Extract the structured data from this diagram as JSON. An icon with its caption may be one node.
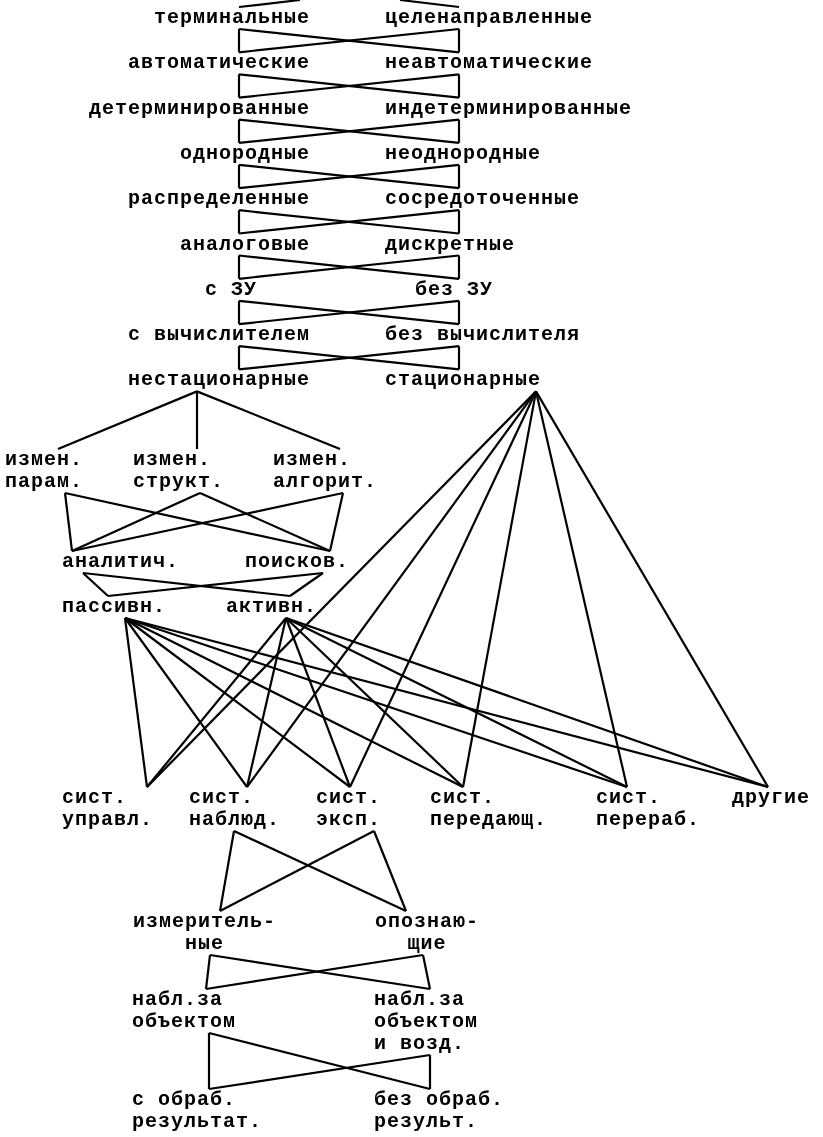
{
  "diagram": {
    "nodes": [
      {
        "text": [
          "терминальные"
        ]
      },
      {
        "text": [
          "целенаправленные"
        ]
      },
      {
        "text": [
          "автоматические"
        ]
      },
      {
        "text": [
          "неавтоматические"
        ]
      },
      {
        "text": [
          "детерминированные"
        ]
      },
      {
        "text": [
          "индетерминированные"
        ]
      },
      {
        "text": [
          "однородные"
        ]
      },
      {
        "text": [
          "неоднородные"
        ]
      },
      {
        "text": [
          "распределенные"
        ]
      },
      {
        "text": [
          "сосредоточенные"
        ]
      },
      {
        "text": [
          "аналоговые"
        ]
      },
      {
        "text": [
          "дискретные"
        ]
      },
      {
        "text": [
          "с ЗУ"
        ]
      },
      {
        "text": [
          "без ЗУ"
        ]
      },
      {
        "text": [
          "с вычислителем"
        ]
      },
      {
        "text": [
          "без вычислителя"
        ]
      },
      {
        "text": [
          "нестационарные"
        ]
      },
      {
        "text": [
          "стационарные"
        ]
      },
      {
        "text": [
          "измен. парам."
        ]
      },
      {
        "text": [
          "измен. структ."
        ]
      },
      {
        "text": [
          "измен. алгорит."
        ]
      },
      {
        "text": [
          "аналитич."
        ]
      },
      {
        "text": [
          "поисков."
        ]
      },
      {
        "text": [
          "пассивн."
        ]
      },
      {
        "text": [
          "активн."
        ]
      },
      {
        "text": [
          "сист. управл."
        ]
      },
      {
        "text": [
          "сист. наблюд."
        ]
      },
      {
        "text": [
          "сист. эксп."
        ]
      },
      {
        "text": [
          "сист. передающ."
        ]
      },
      {
        "text": [
          "сист. перераб."
        ]
      },
      {
        "text": [
          "другие"
        ]
      },
      {
        "text": [
          "измеритель- ные"
        ]
      },
      {
        "text": [
          "опознаю- щие"
        ]
      },
      {
        "text": [
          "набл.за объектом"
        ]
      },
      {
        "text": [
          "набл.за объектом и возд."
        ]
      },
      {
        "text": [
          "с обраб. результат."
        ]
      },
      {
        "text": [
          "без обраб. результ."
        ]
      }
    ],
    "edges": [
      {
        "from": null,
        "to": 0,
        "arrow": "none"
      },
      {
        "from": null,
        "to": 1,
        "arrow": "none"
      },
      {
        "from": 0,
        "to": 2,
        "arrow": "none"
      },
      {
        "from": 0,
        "to": 3,
        "arrow": "none"
      },
      {
        "from": 1,
        "to": 2,
        "arrow": "none"
      },
      {
        "from": 1,
        "to": 3,
        "arrow": "none"
      },
      {
        "from": 2,
        "to": 4,
        "arrow": "none"
      },
      {
        "from": 2,
        "to": 5,
        "arrow": "none"
      },
      {
        "from": 3,
        "to": 4,
        "arrow": "none"
      },
      {
        "from": 3,
        "to": 5,
        "arrow": "none"
      },
      {
        "from": 4,
        "to": 6,
        "arrow": "none"
      },
      {
        "from": 4,
        "to": 7,
        "arrow": "none"
      },
      {
        "from": 5,
        "to": 6,
        "arrow": "none"
      },
      {
        "from": 5,
        "to": 7,
        "arrow": "none"
      },
      {
        "from": 6,
        "to": 8,
        "arrow": "none"
      },
      {
        "from": 6,
        "to": 9,
        "arrow": "none"
      },
      {
        "from": 7,
        "to": 8,
        "arrow": "none"
      },
      {
        "from": 7,
        "to": 9,
        "arrow": "none"
      },
      {
        "from": 8,
        "to": 10,
        "arrow": "none"
      },
      {
        "from": 8,
        "to": 11,
        "arrow": "none"
      },
      {
        "from": 9,
        "to": 10,
        "arrow": "none"
      },
      {
        "from": 9,
        "to": 11,
        "arrow": "none"
      },
      {
        "from": 10,
        "to": 12,
        "arrow": "none"
      },
      {
        "from": 10,
        "to": 13,
        "arrow": "none"
      },
      {
        "from": 11,
        "to": 12,
        "arrow": "none"
      },
      {
        "from": 11,
        "to": 13,
        "arrow": "none"
      },
      {
        "from": 12,
        "to": 14,
        "arrow": "none"
      },
      {
        "from": 12,
        "to": 15,
        "arrow": "none"
      },
      {
        "from": 13,
        "to": 14,
        "arrow": "none"
      },
      {
        "from": 13,
        "to": 15,
        "arrow": "none"
      },
      {
        "from": 14,
        "to": 16,
        "arrow": "none"
      },
      {
        "from": 14,
        "to": 17,
        "arrow": "none"
      },
      {
        "from": 15,
        "to": 16,
        "arrow": "none"
      },
      {
        "from": 15,
        "to": 17,
        "arrow": "none"
      },
      {
        "from": 16,
        "to": 18,
        "arrow": "none"
      },
      {
        "from": 16,
        "to": 19,
        "arrow": "none"
      },
      {
        "from": 16,
        "to": 20,
        "arrow": "none"
      },
      {
        "from": 17,
        "to": 25,
        "arrow": "none"
      },
      {
        "from": 17,
        "to": 26,
        "arrow": "none"
      },
      {
        "from": 17,
        "to": 27,
        "arrow": "none"
      },
      {
        "from": 17,
        "to": 28,
        "arrow": "none"
      },
      {
        "from": 17,
        "to": 29,
        "arrow": "none"
      },
      {
        "from": 17,
        "to": 30,
        "arrow": "none"
      },
      {
        "from": 18,
        "to": 21,
        "arrow": "none"
      },
      {
        "from": 18,
        "to": 22,
        "arrow": "none"
      },
      {
        "from": 19,
        "to": 21,
        "arrow": "none"
      },
      {
        "from": 19,
        "to": 22,
        "arrow": "none"
      },
      {
        "from": 20,
        "to": 21,
        "arrow": "none"
      },
      {
        "from": 20,
        "to": 22,
        "arrow": "none"
      },
      {
        "from": 21,
        "to": 23,
        "arrow": "none"
      },
      {
        "from": 21,
        "to": 24,
        "arrow": "none"
      },
      {
        "from": 22,
        "to": 23,
        "arrow": "none"
      },
      {
        "from": 22,
        "to": 24,
        "arrow": "none"
      },
      {
        "from": 23,
        "to": 25,
        "arrow": "none"
      },
      {
        "from": 23,
        "to": 26,
        "arrow": "none"
      },
      {
        "from": 23,
        "to": 27,
        "arrow": "none"
      },
      {
        "from": 23,
        "to": 28,
        "arrow": "none"
      },
      {
        "from": 23,
        "to": 29,
        "arrow": "none"
      },
      {
        "from": 23,
        "to": 30,
        "arrow": "none"
      },
      {
        "from": 24,
        "to": 25,
        "arrow": "none"
      },
      {
        "from": 24,
        "to": 26,
        "arrow": "none"
      },
      {
        "from": 24,
        "to": 27,
        "arrow": "none"
      },
      {
        "from": 24,
        "to": 28,
        "arrow": "none"
      },
      {
        "from": 24,
        "to": 29,
        "arrow": "none"
      },
      {
        "from": 24,
        "to": 30,
        "arrow": "none"
      },
      {
        "from": 26,
        "to": 31,
        "arrow": "none"
      },
      {
        "from": 26,
        "to": 32,
        "arrow": "none"
      },
      {
        "from": 27,
        "to": 31,
        "arrow": "none"
      },
      {
        "from": 27,
        "to": 32,
        "arrow": "none"
      },
      {
        "from": 31,
        "to": 33,
        "arrow": "none"
      },
      {
        "from": 31,
        "to": 34,
        "arrow": "none"
      },
      {
        "from": 32,
        "to": 33,
        "arrow": "none"
      },
      {
        "from": 32,
        "to": 34,
        "arrow": "none"
      },
      {
        "from": 33,
        "to": 35,
        "arrow": "none"
      },
      {
        "from": 33,
        "to": 36,
        "arrow": "none"
      },
      {
        "from": 34,
        "to": 35,
        "arrow": "none"
      },
      {
        "from": 34,
        "to": 36,
        "arrow": "none"
      }
    ]
  }
}
